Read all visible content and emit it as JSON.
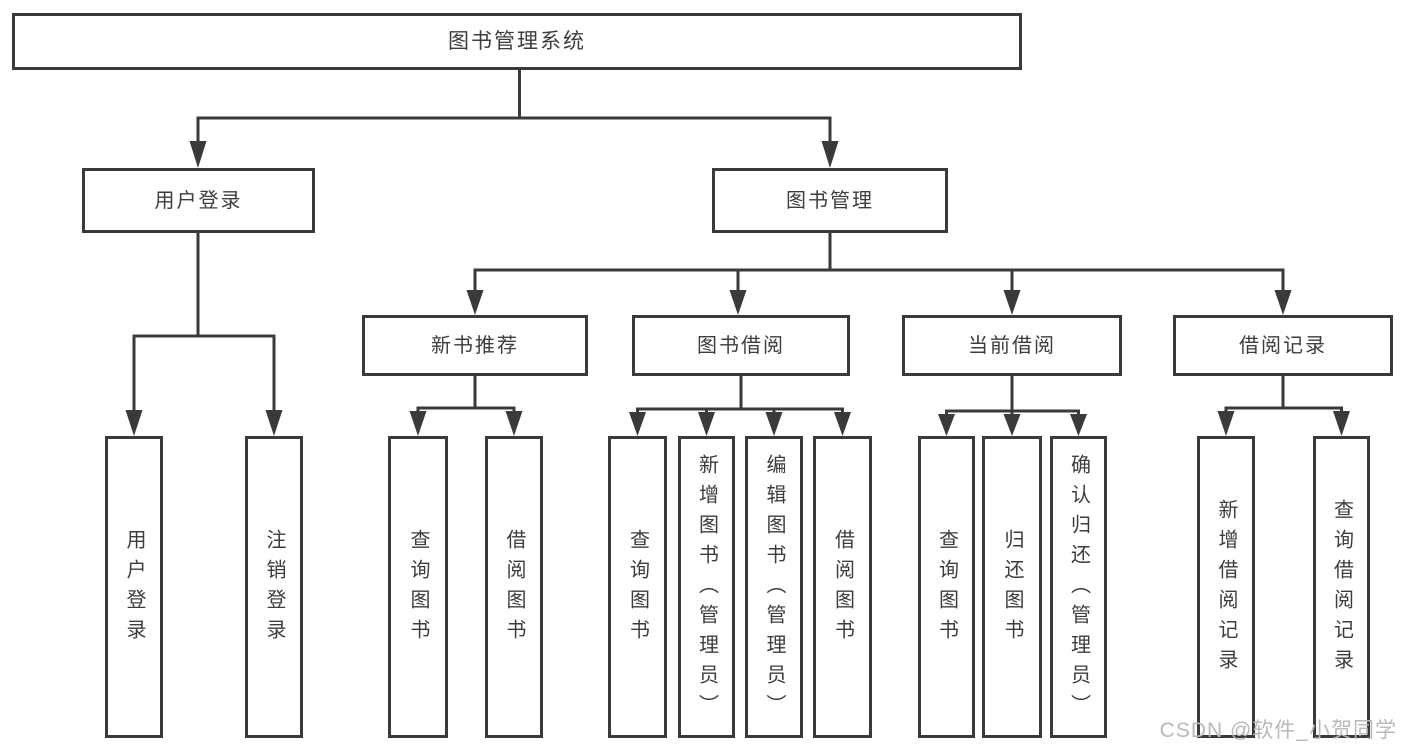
{
  "diagram": {
    "type": "hierarchy-diagram",
    "colors": {
      "line": "#3a3a3a",
      "box_border": "#3a3a3a",
      "text": "#3d3d3d",
      "background": "#ffffff",
      "watermark": "#b9b9b9"
    }
  },
  "tree": {
    "label": "图书管理系统",
    "children": [
      {
        "label": "用户登录",
        "children": [
          {
            "label": "用户登录"
          },
          {
            "label": "注销登录"
          }
        ]
      },
      {
        "label": "图书管理",
        "children": [
          {
            "label": "新书推荐",
            "children": [
              {
                "label": "查询图书"
              },
              {
                "label": "借阅图书"
              }
            ]
          },
          {
            "label": "图书借阅",
            "children": [
              {
                "label": "查询图书"
              },
              {
                "label": "新增图书（管理员）"
              },
              {
                "label": "编辑图书（管理员）"
              },
              {
                "label": "借阅图书"
              }
            ]
          },
          {
            "label": "当前借阅",
            "children": [
              {
                "label": "查询图书"
              },
              {
                "label": "归还图书"
              },
              {
                "label": "确认归还（管理员）"
              }
            ]
          },
          {
            "label": "借阅记录",
            "children": [
              {
                "label": "新增借阅记录"
              },
              {
                "label": "查询借阅记录"
              }
            ]
          }
        ]
      }
    ]
  },
  "watermark": {
    "text": "CSDN @软件_小贺同学"
  }
}
